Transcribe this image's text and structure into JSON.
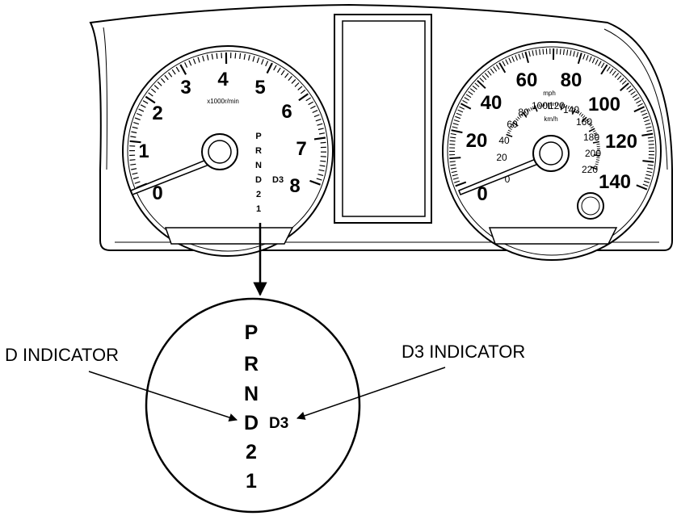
{
  "tachometer": {
    "numbers": [
      "0",
      "1",
      "2",
      "3",
      "4",
      "5",
      "6",
      "7",
      "8"
    ],
    "unit": "x1000r/min"
  },
  "speedometer": {
    "mph_numbers": [
      "0",
      "20",
      "40",
      "60",
      "80",
      "100",
      "120",
      "140"
    ],
    "kmh_numbers": [
      "0",
      "20",
      "40",
      "60",
      "80",
      "100",
      "120",
      "140",
      "160",
      "180",
      "200",
      "220"
    ],
    "mph_unit": "mph",
    "kmh_unit": "km/h"
  },
  "gear_indicator": {
    "letters": [
      "P",
      "R",
      "N",
      "D",
      "2",
      "1"
    ],
    "d3_label": "D3"
  },
  "callouts": {
    "d_indicator": "D INDICATOR",
    "d3_indicator": "D3 INDICATOR"
  }
}
